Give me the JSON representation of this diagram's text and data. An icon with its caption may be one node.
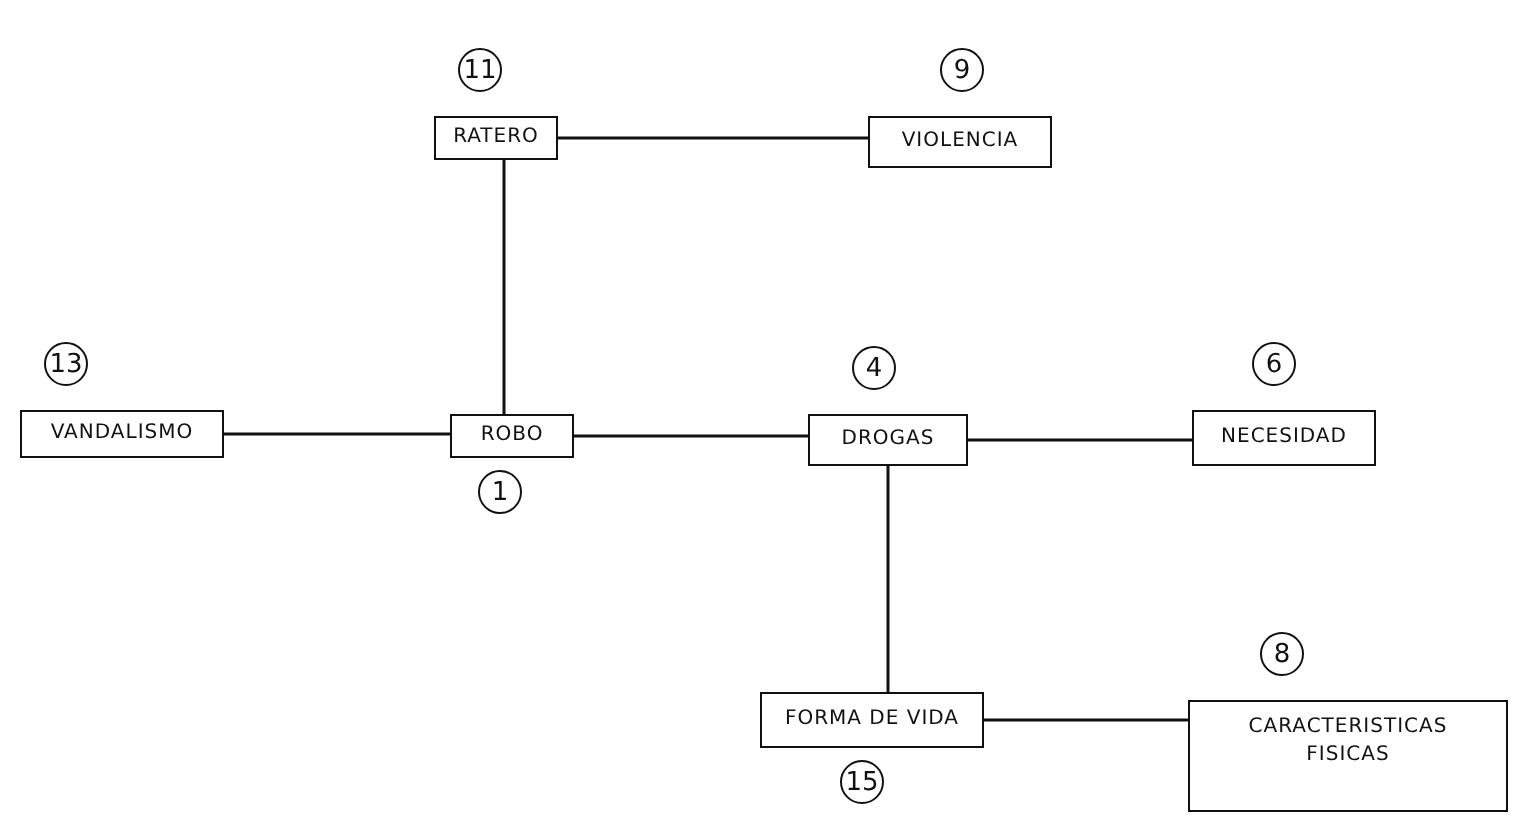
{
  "diagram": {
    "nodes": [
      {
        "text": [
          "RATERO"
        ],
        "beside": [
          "11"
        ]
      },
      {
        "text": [
          "VIOLENCIA"
        ],
        "beside": [
          "9"
        ]
      },
      {
        "text": [
          "VANDALISMO"
        ],
        "beside": [
          "13"
        ]
      },
      {
        "text": [
          "ROBO"
        ],
        "beside": [
          "1"
        ]
      },
      {
        "text": [
          "DROGAS"
        ],
        "beside": [
          "4"
        ]
      },
      {
        "text": [
          "NECESIDAD"
        ],
        "beside": [
          "6"
        ]
      },
      {
        "text": [
          "FORMA DE VIDA"
        ],
        "beside": [
          "15"
        ]
      },
      {
        "text": [
          "CARACTERISTICAS FISICAS"
        ],
        "beside": [
          "8"
        ]
      }
    ],
    "edges": [
      {
        "from": 0,
        "to": 1,
        "arrow": "none"
      },
      {
        "from": 0,
        "to": 3,
        "arrow": "none"
      },
      {
        "from": 2,
        "to": 3,
        "arrow": "none"
      },
      {
        "from": 3,
        "to": 4,
        "arrow": "none"
      },
      {
        "from": 4,
        "to": 5,
        "arrow": "none"
      },
      {
        "from": 4,
        "to": 6,
        "arrow": "none"
      },
      {
        "from": 6,
        "to": 7,
        "arrow": "none"
      }
    ]
  }
}
